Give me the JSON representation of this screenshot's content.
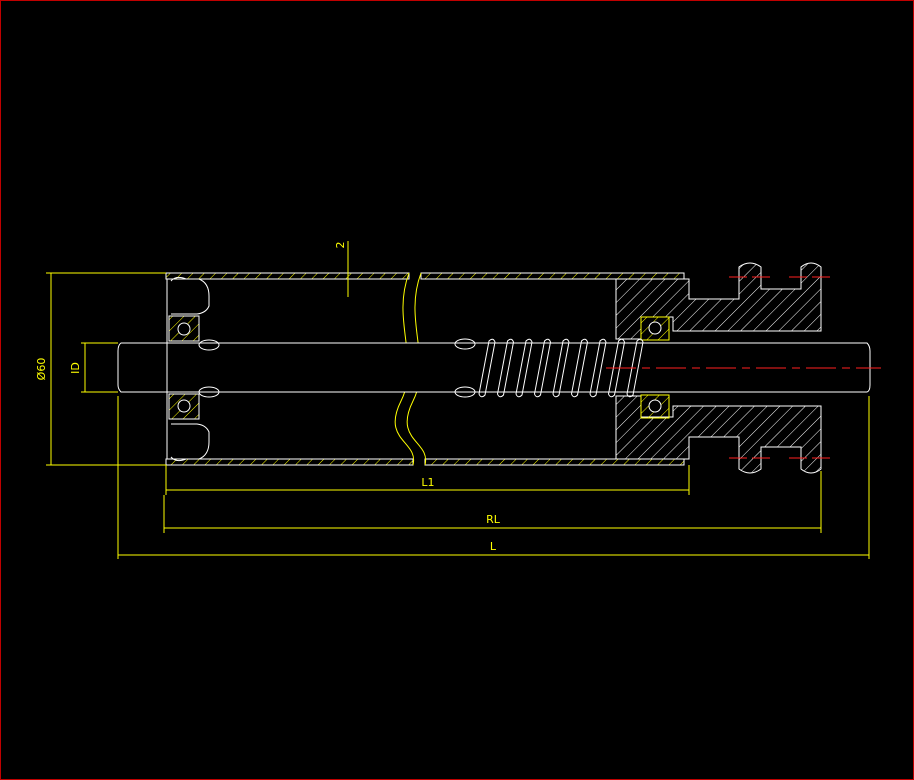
{
  "drawing": {
    "title": "Roller with sprocket drive - sectional view",
    "dimensions": {
      "outer_diameter": "Ø60",
      "shaft_diameter": "ID",
      "wall_thickness": "2",
      "tube_length": "L1",
      "roller_length": "RL",
      "total_length": "L"
    }
  },
  "colors": {
    "background": "#000000",
    "outline": "#ffffff",
    "dimension": "#ffff00",
    "centerline": "#ff2020",
    "border": "#c00000"
  }
}
